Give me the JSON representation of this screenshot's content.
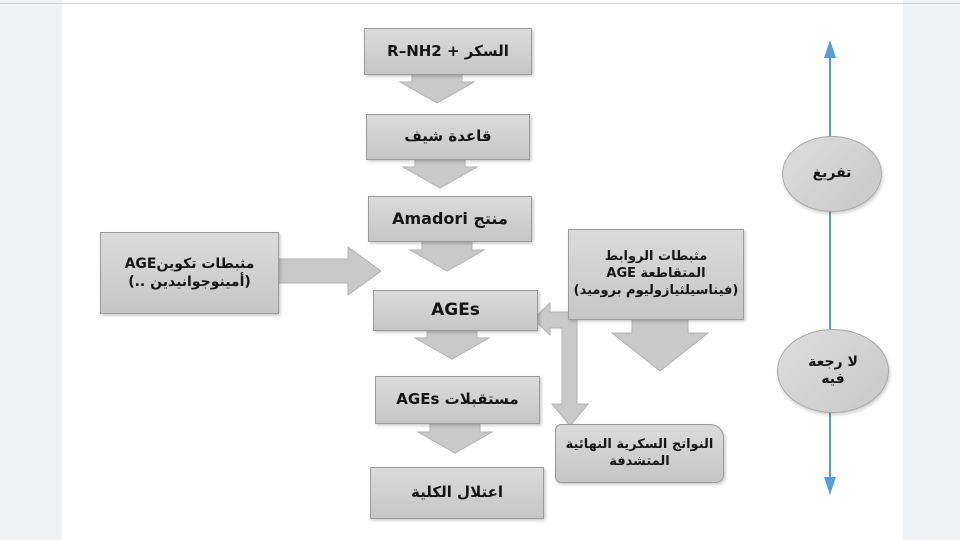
{
  "flowchart": {
    "main_nodes": [
      {
        "id": "sugar",
        "label": "السكر + R–NH2"
      },
      {
        "id": "schiff-base",
        "label": "قاعدة شيف"
      },
      {
        "id": "amadori",
        "label": "منتج Amadori"
      },
      {
        "id": "ages",
        "label": "AGEs"
      },
      {
        "id": "receptors",
        "label": "مستقبلات AGEs"
      },
      {
        "id": "nephropathy",
        "label": "اعتلال الكلية"
      }
    ],
    "left_inhibitor": {
      "line1": "مثبطات تكوينAGE",
      "line2": "(أمينوجوانيدين ..)"
    },
    "right_inhibitor": {
      "line1": "مثبطات الروابط",
      "line2": "المتقاطعة AGE",
      "line3": "(فيناسيلثيازوليوم بروميد)"
    },
    "end_product": {
      "line1": "النواتج السكرية النهائية",
      "line2": "المتشدفة"
    }
  },
  "axis": {
    "top_label": "تفريغ",
    "bottom_label_line1": "لا رجعة",
    "bottom_label_line2": "فيه"
  },
  "colors": {
    "margin": "#eff1f4",
    "box_fill_top": "#dbdbdb",
    "box_fill_bottom": "#c6c6c6",
    "box_border": "#9b9b9b",
    "arrow_fill": "#c9c9c9",
    "arrow_border": "#b2b2b2",
    "axis_blue": "#5b9bd5"
  }
}
